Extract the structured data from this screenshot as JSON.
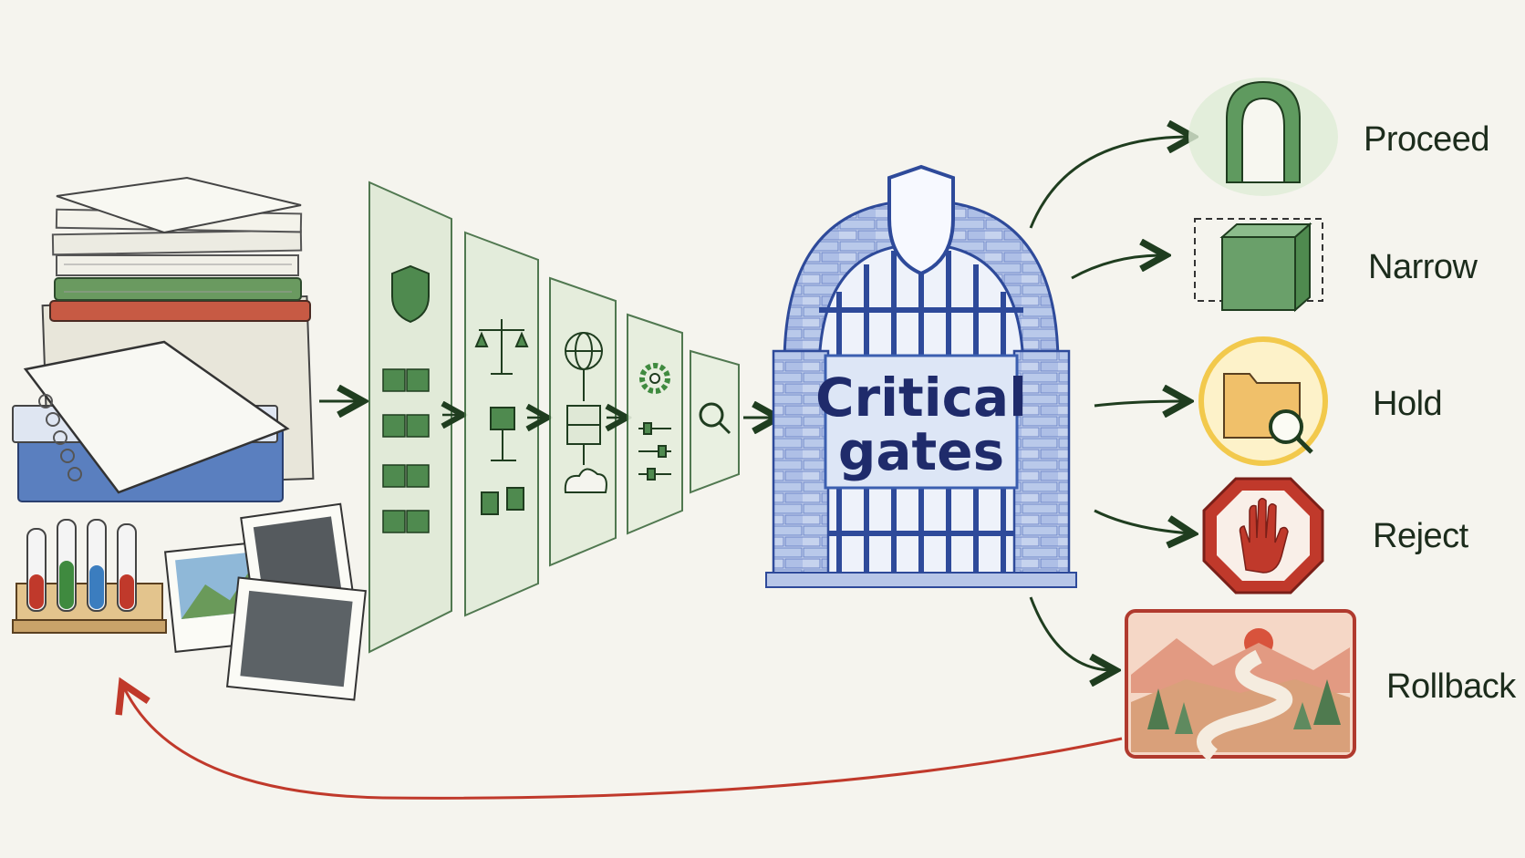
{
  "gate": {
    "line1": "Critical",
    "line2": "gates"
  },
  "outcomes": [
    {
      "label": "Proceed",
      "icon": "archway-icon"
    },
    {
      "label": "Narrow",
      "icon": "cube-icon"
    },
    {
      "label": "Hold",
      "icon": "folder-search-icon"
    },
    {
      "label": "Reject",
      "icon": "stop-hand-icon"
    },
    {
      "label": "Rollback",
      "icon": "winding-road-icon"
    }
  ],
  "panels": [
    {
      "icon": "shield-blocks-icon"
    },
    {
      "icon": "scales-flowchart-icon"
    },
    {
      "icon": "globe-server-cloud-icon"
    },
    {
      "icon": "gear-sliders-icon"
    },
    {
      "icon": "magnifier-icon"
    }
  ],
  "colors": {
    "green": "#3f7a3f",
    "dark_green": "#1f3d1f",
    "blue": "#3b5fb0",
    "navy": "#1f2b6b",
    "red": "#c0392b",
    "yellow": "#f2c94c"
  }
}
